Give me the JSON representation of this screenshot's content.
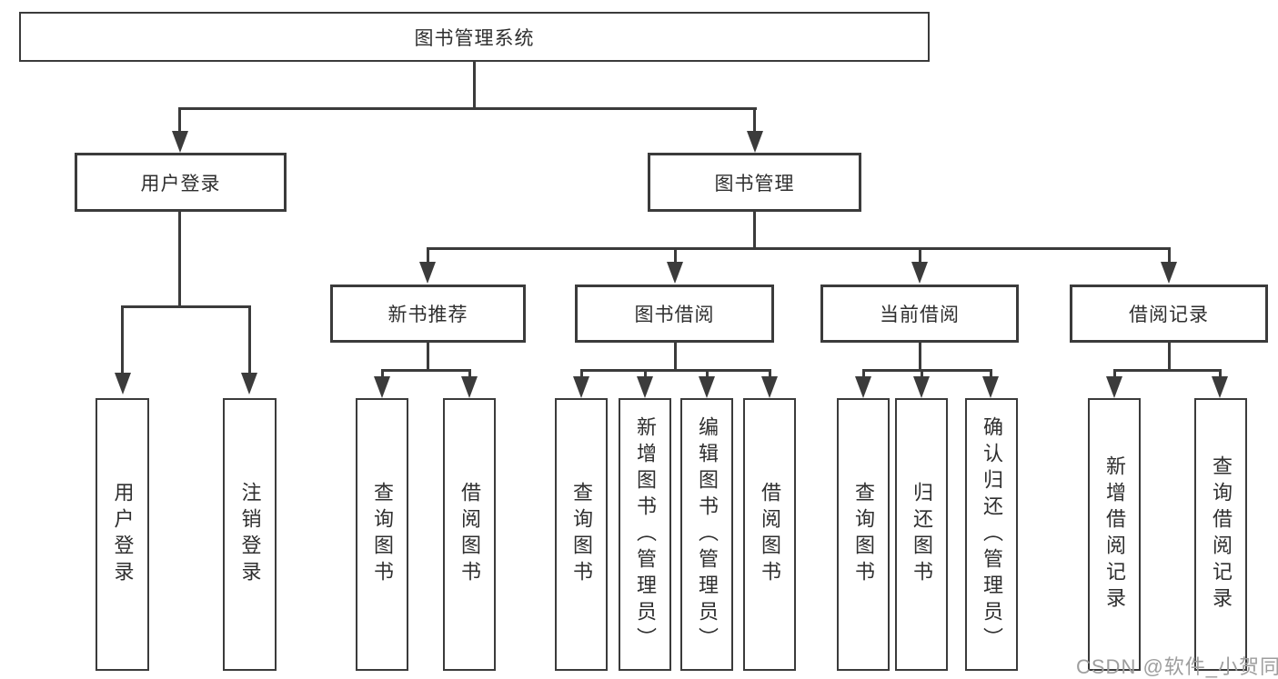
{
  "diagram": {
    "title": "图书管理系统",
    "watermark": "CSDN @软件_小贺同学",
    "colors": {
      "background": "#ffffff",
      "line": "#3b3b3b",
      "box_border": "#3b3b3b",
      "text": "#2f2f2f",
      "watermark_text": "#9e9e9e"
    },
    "nodes": {
      "root": {
        "label": "图书管理系统"
      },
      "user_login": {
        "label": "用户登录"
      },
      "book_mgmt": {
        "label": "图书管理"
      },
      "new_book_rec": {
        "label": "新书推荐"
      },
      "book_borrow": {
        "label": "图书借阅"
      },
      "current_borrow": {
        "label": "当前借阅"
      },
      "borrow_records": {
        "label": "借阅记录"
      },
      "user_login_leaf": {
        "label": "用户登录"
      },
      "logout_leaf": {
        "label": "注销登录"
      },
      "rec_query_book": {
        "label": "查询图书"
      },
      "rec_borrow_book": {
        "label": "借阅图书"
      },
      "bb_query_book": {
        "label": "查询图书"
      },
      "bb_add_book": {
        "label": "新增图书（管理员）"
      },
      "bb_edit_book": {
        "label": "编辑图书（管理员）"
      },
      "bb_borrow_book": {
        "label": "借阅图书"
      },
      "cb_query_book": {
        "label": "查询图书"
      },
      "cb_return_book": {
        "label": "归还图书"
      },
      "cb_confirm_return": {
        "label": "确认归还（管理员）"
      },
      "br_add_record": {
        "label": "新增借阅记录"
      },
      "br_query_record": {
        "label": "查询借阅记录"
      }
    }
  }
}
